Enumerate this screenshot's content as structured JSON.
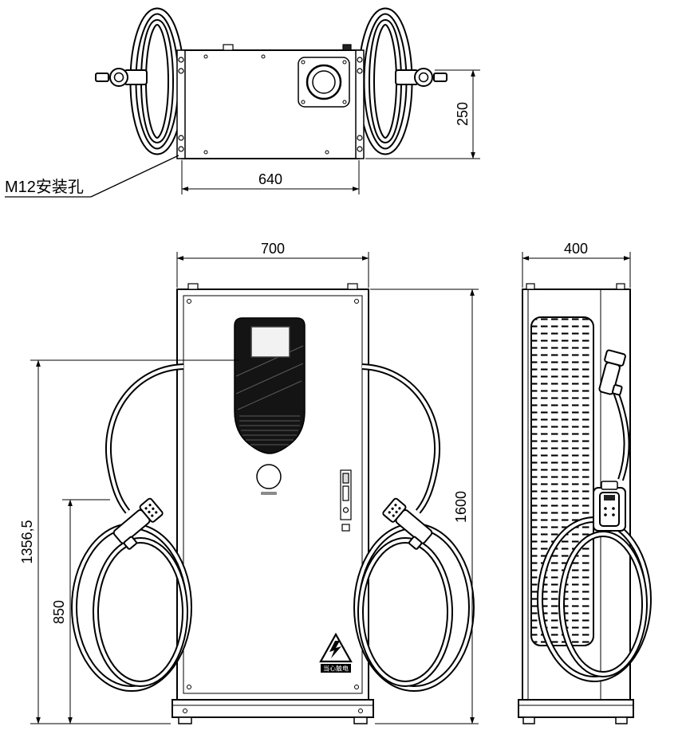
{
  "drawing": {
    "type": "engineering-dimension-drawing",
    "subject": "EV DC charging station, three orthographic views"
  },
  "dimensions": {
    "top_view_height": "250",
    "top_view_width": "640",
    "front_width": "700",
    "front_height": "1600",
    "cable_top_height": "1356,5",
    "holster_height": "850",
    "side_depth": "400"
  },
  "labels": {
    "m12_mounting_hole": "M12安装孔",
    "warning_text": "当心触电"
  },
  "colors": {
    "line": "#000000",
    "background": "#ffffff",
    "display_dark": "#141414"
  }
}
